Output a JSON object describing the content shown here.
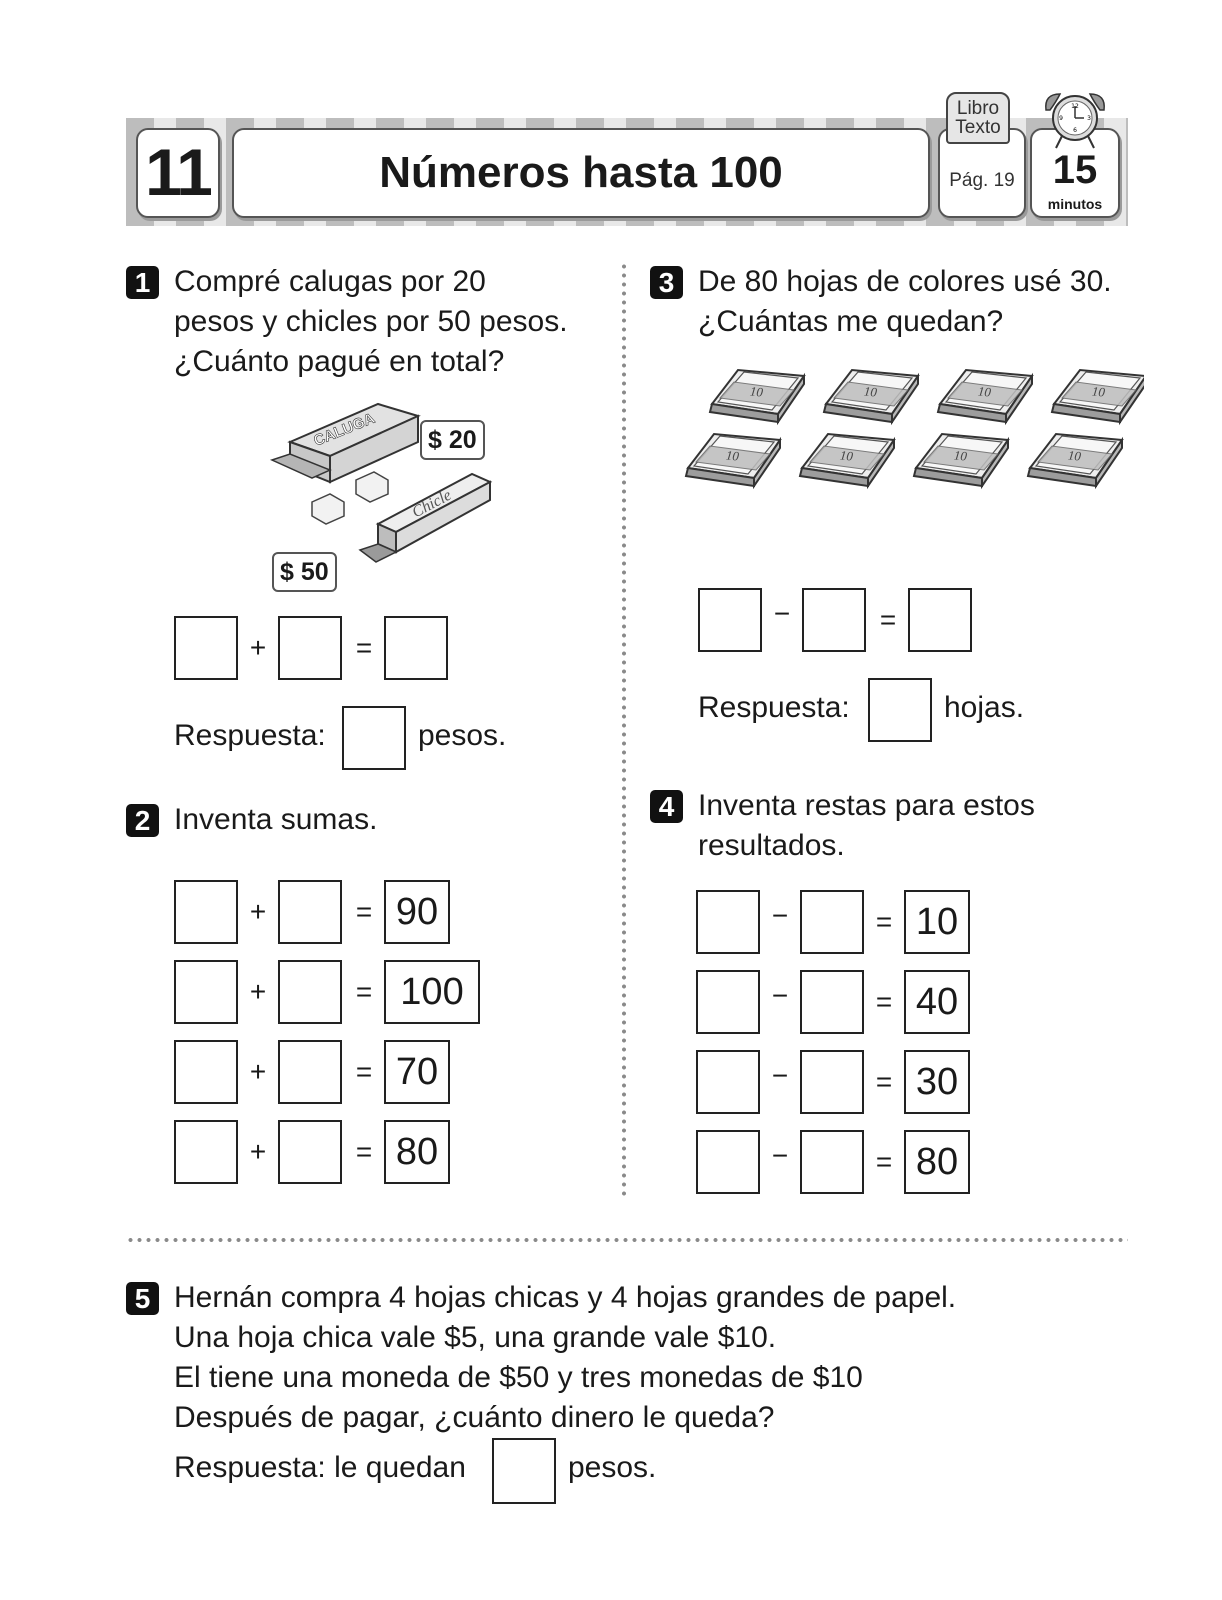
{
  "header": {
    "unit_number": "11",
    "title": "Números hasta 100",
    "book_label_line1": "Libro",
    "book_label_line2": "Texto",
    "page_ref": "Pág. 19",
    "time_value": "15",
    "time_unit": "minutos"
  },
  "q1": {
    "number": "1",
    "text_lines": [
      "Compré calugas por 20",
      "pesos y chicles por 50 pesos.",
      "¿Cuánto pagué en total?"
    ],
    "price_tag_caluga": "$ 20",
    "price_tag_chicle": "$ 50",
    "caluga_label": "CALUGA",
    "chicle_label": "Chicle",
    "operator": "+",
    "equals": "=",
    "answer_prefix": "Respuesta:",
    "answer_suffix": "pesos."
  },
  "q2": {
    "number": "2",
    "text": "Inventa sumas.",
    "operator": "+",
    "equals": "=",
    "results": [
      "90",
      "100",
      "70",
      "80"
    ]
  },
  "q3": {
    "number": "3",
    "text_lines": [
      "De 80 hojas de colores usé 30.",
      "¿Cuántas me quedan?"
    ],
    "packet_label": "10",
    "operator": "−",
    "equals": "=",
    "answer_prefix": "Respuesta:",
    "answer_suffix": "hojas."
  },
  "q4": {
    "number": "4",
    "text_lines": [
      "Inventa restas para estos",
      "resultados."
    ],
    "operator": "−",
    "equals": "=",
    "results": [
      "10",
      "40",
      "30",
      "80"
    ]
  },
  "q5": {
    "number": "5",
    "text_lines": [
      "Hernán compra 4 hojas chicas y 4 hojas grandes de papel.",
      "Una hoja chica vale $5, una grande vale $10.",
      "El tiene una moneda de $50 y tres monedas de $10",
      "Después de pagar, ¿cuánto dinero le queda?"
    ],
    "answer_prefix": "Respuesta: le quedan",
    "answer_suffix": "pesos."
  },
  "clock_numbers": [
    "12",
    "3",
    "6",
    "9"
  ]
}
